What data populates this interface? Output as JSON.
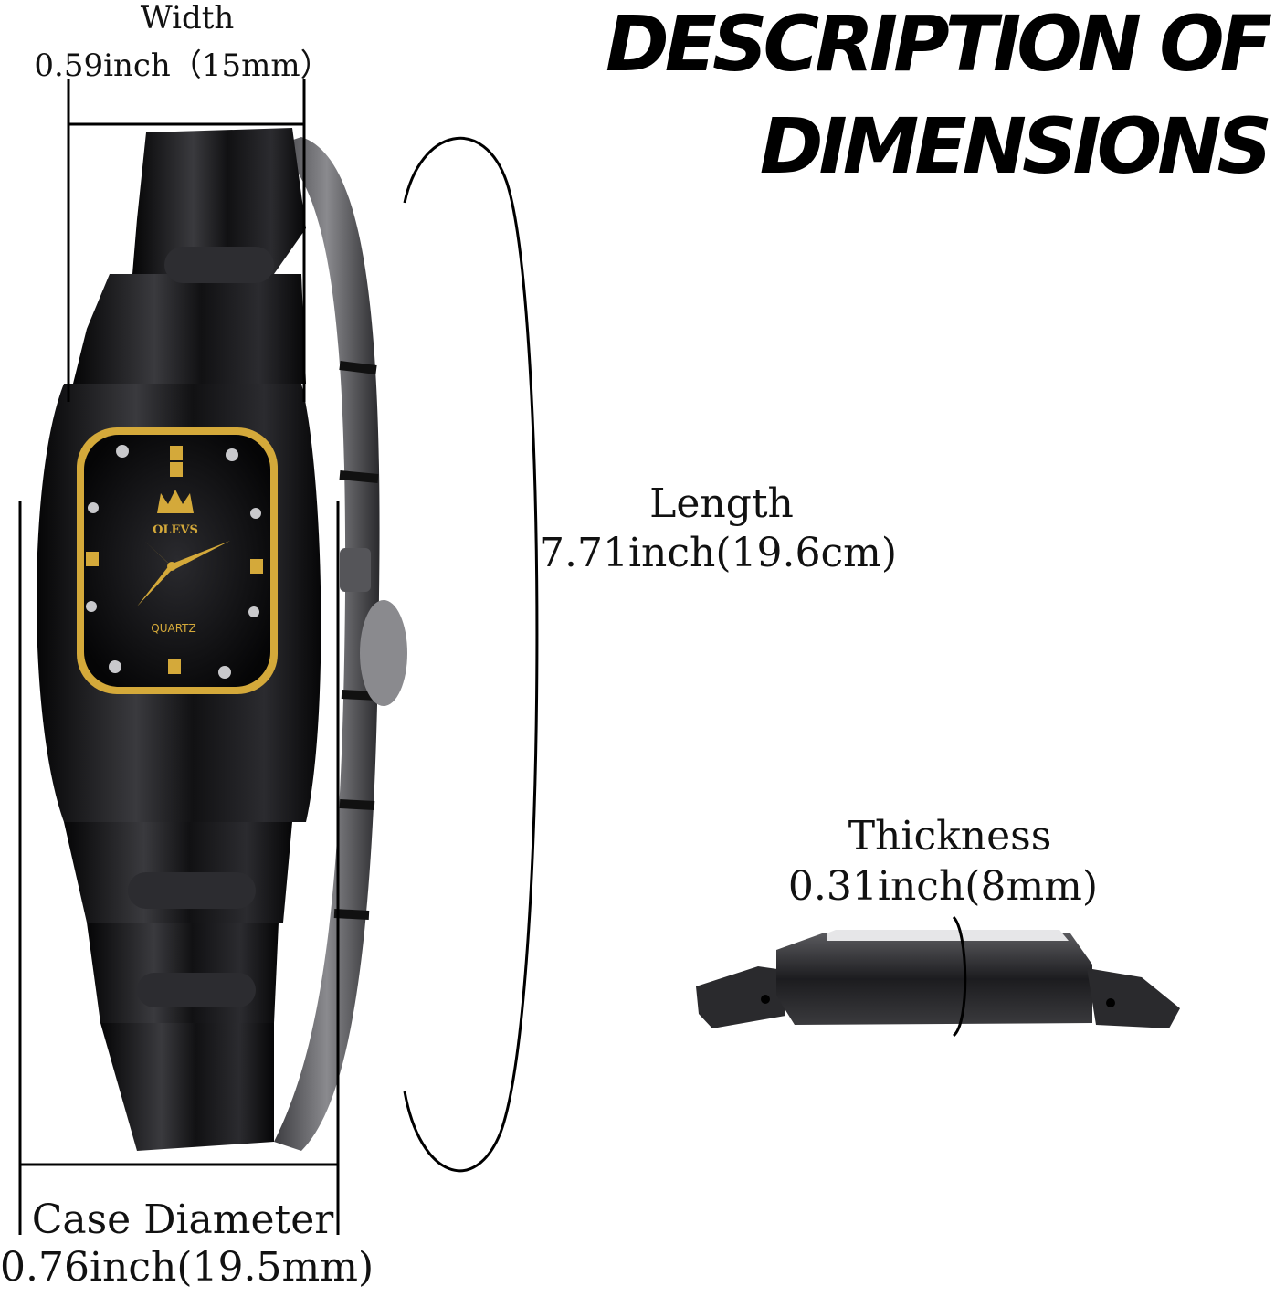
{
  "heading": {
    "line1": "DESCRIPTION OF",
    "line2": "DIMENSIONS"
  },
  "width": {
    "label": "Width",
    "value": "0.59inch（15mm）"
  },
  "length": {
    "label": "Length",
    "value": "7.71inch(19.6cm)"
  },
  "thickness": {
    "label": "Thickness",
    "value": "0.31inch(8mm)"
  },
  "case_diameter": {
    "label": "Case Diameter",
    "value": "0.76inch(19.5mm)"
  },
  "dial": {
    "brand": "OLEVS",
    "movement": "QUARTZ"
  },
  "colors": {
    "bracelet": "#1a1a1c",
    "gold": "#d4a93a",
    "dial": "#0c0c0e",
    "line": "#000000"
  }
}
